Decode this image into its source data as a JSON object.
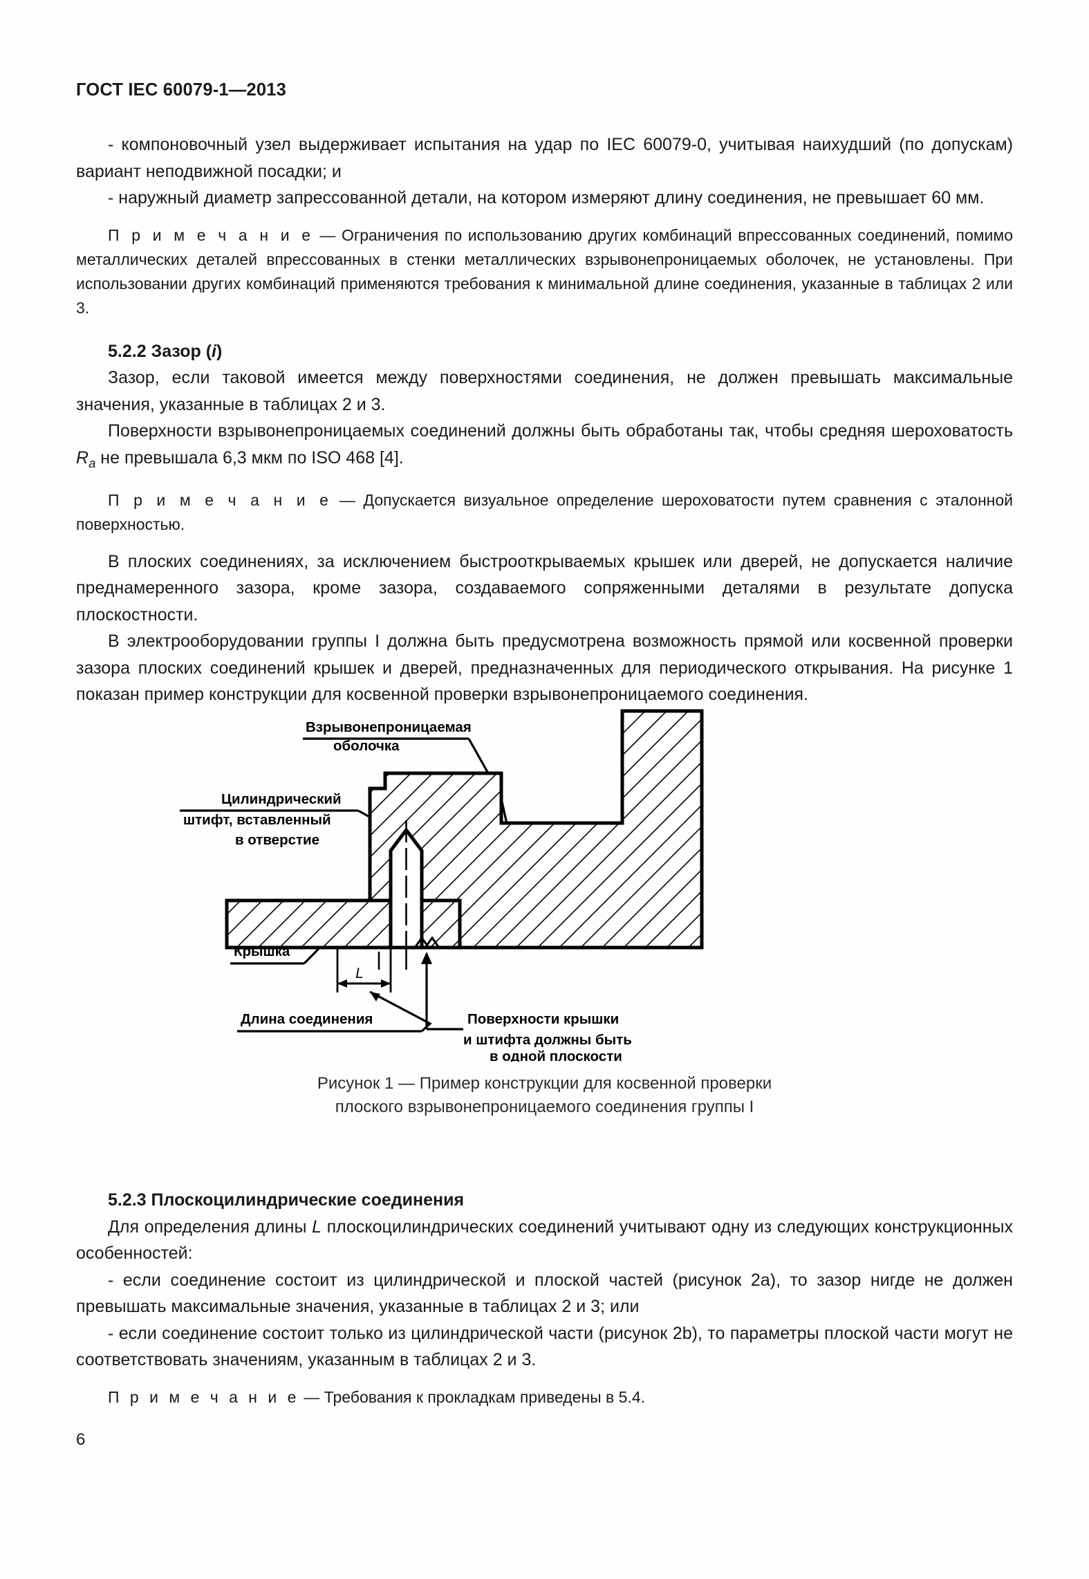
{
  "document": {
    "running_header": "ГОСТ IEC 60079-1—2013",
    "page_number": "6"
  },
  "body": {
    "bullet_1": "- компоновочный узел выдерживает испытания на удар по IEC 60079-0, учитывая наихудший (по допускам) вариант неподвижной посадки; и",
    "bullet_2": "- наружный диаметр запрессованной детали, на котором измеряют длину соединения, не превышает 60 мм.",
    "note_1_label": "П р и м е ч а н и е",
    "note_1_text": " — Ограничения по использованию других комбинаций впрессованных соединений, помимо металлических деталей впрессованных в стенки металлических взрывонепроницаемых оболочек, не установлены. При использовании других комбинаций применяются требования к минимальной длине соединения, указанные в таблицах 2 или 3.",
    "heading_522_number": "5.2.2 Зазор  (",
    "heading_522_italic": "i",
    "heading_522_close": ")",
    "para_522_1": "Зазор, если таковой имеется между поверхностями соединения, не должен превышать максимальные значения,  указанные в таблицах  2 и 3.",
    "para_522_2_a": "Поверхности взрывонепроницаемых соединений должны быть обработаны так, чтобы средняя шероховатость ",
    "para_522_2_R": "R",
    "para_522_2_sub": "a",
    "para_522_2_b": " не превышала 6,3 мкм по ISO 468 [4].",
    "note_2_label": "П р и м е ч а н и е",
    "note_2_text": " — Допускается визуальное определение шероховатости путем сравнения с эталонной поверхностью.",
    "para_flat": "В плоских соединениях, за исключением  быстрооткрываемых крышек или дверей, не допускается наличие преднамеренного зазора, кроме зазора, создаваемого сопряженными деталями в результате допуска плоскостности.",
    "para_group1": "В электрооборудовании группы I должна быть предусмотрена возможность прямой или косвенной проверки зазора плоских соединений крышек и дверей, предназначенных для периодического открывания. На рисунке 1 показан пример конструкции для косвенной проверки взрывонепроницаемого соединения."
  },
  "figure": {
    "caption_line1": "Рисунок 1 — Пример конструкции для  косвенной  проверки",
    "caption_line2": "плоского взрывонепроницаемого соединения группы I",
    "labels": {
      "enclosure_line1": "Взрывонепроницаемая",
      "enclosure_line2": "оболочка",
      "pin_line1": "Цилиндрический",
      "pin_line2": "штифт, вставленный",
      "pin_line3": "в отверстие",
      "cover": "Крышка",
      "joint_length": "Длина соединения",
      "surfaces_line1": "Поверхности крышки",
      "surfaces_line2": "и штифта должны быть",
      "surfaces_line3": "в одной плоскости",
      "dimension_symbol": "L"
    }
  },
  "body2": {
    "heading_523": "5.2.3 Плоскоцилиндрические соединения",
    "para_523_a": "Для определения длины ",
    "para_523_L": "L",
    "para_523_b": " плоскоцилиндрических соединений учитывают одну из следующих конструкционных особенностей:",
    "bullet_a": "- если соединение состоит из цилиндрической и плоской частей (рисунок 2a), то зазор нигде не должен превышать максимальные значения, указанные в таблицах 2 и 3; или",
    "bullet_b": "- если соединение состоит только из цилиндрической части (рисунок 2b), то параметры плоской части могут не соответствовать  значениям, указанным в таблицах 2 и 3.",
    "note_3_label": "П р и м е ч а н и е",
    "note_3_text": " — Требования к прокладкам приведены в 5.4."
  },
  "colors": {
    "text": "#1a1a1a",
    "page_background": "#ffffff",
    "diagram_stroke": "#000000"
  }
}
